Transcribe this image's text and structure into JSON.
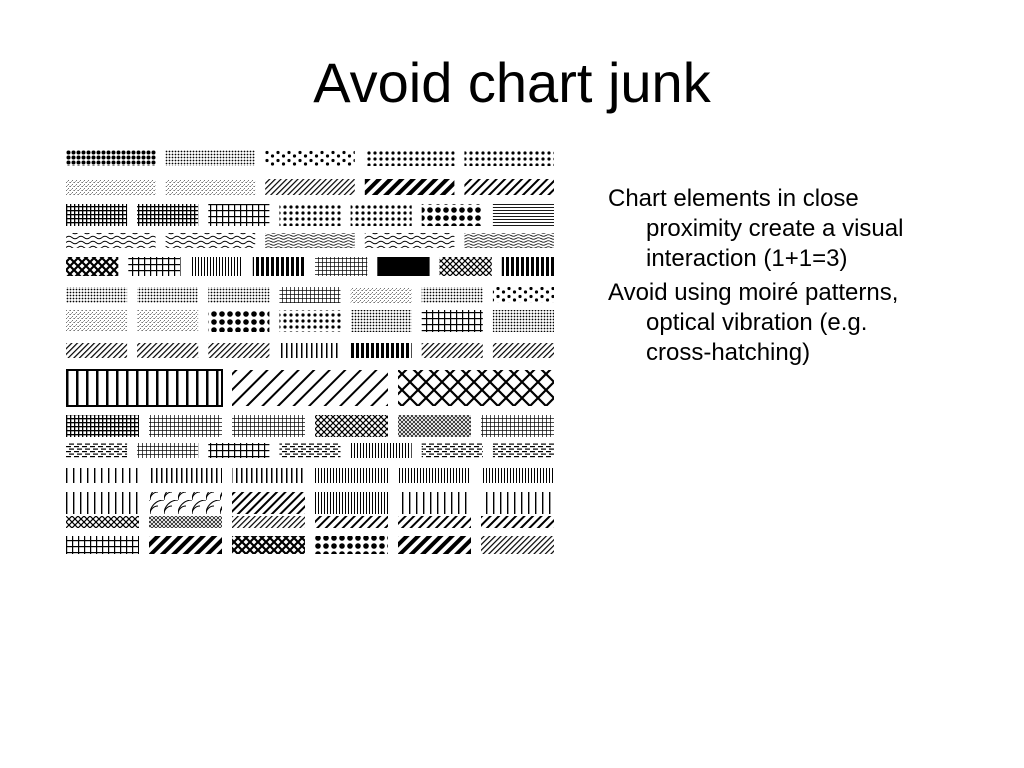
{
  "slide": {
    "title": "Avoid chart junk",
    "bullets": [
      "Chart elements in close proximity create a visual interaction (1+1=3)",
      "Avoid using moiré patterns, optical vibration (e.g. cross-hatching)"
    ]
  },
  "figure": {
    "name": "moire-pattern-swatches",
    "ink_color": "#000000",
    "row_pattern_sets": [
      [
        "dots-dense",
        "dots-fine",
        "dots-sparse",
        "dots-medium",
        "dots-medium"
      ],
      [
        "grain-light",
        "grain-light",
        "diag-fine",
        "diag-bold",
        "diag-medium"
      ],
      [
        "grid-dense",
        "grid-dense",
        "grid-medium",
        "dots-medium",
        "dots-medium",
        "dots-bold",
        "lines-fine"
      ],
      [
        "wave",
        "wave",
        "wave-fine",
        "wave",
        "wave-fine"
      ],
      [
        "cross-bold",
        "grid-medium",
        "vlines-fine",
        "vlines-bold",
        "grid-fine",
        "solid",
        "cross-medium",
        "vlines-bold"
      ],
      [
        "dots-fine",
        "dots-fine",
        "dots-fine",
        "grid-fine",
        "grain-light",
        "dots-fine",
        "dots-sparse"
      ],
      [
        "grain-light",
        "grain-light",
        "dots-bold",
        "dots-medium",
        "dots-fine",
        "grid-medium",
        "dots-fine"
      ],
      [
        "diag-fine",
        "diag-fine",
        "diag-fine",
        "vlines-medium",
        "vlines-bold",
        "diag-fine",
        "diag-fine"
      ],
      [
        "fence",
        "diag-wide",
        "cross-wide"
      ],
      [
        "grid-dense",
        "grid-fine",
        "grid-fine",
        "cross-medium",
        "cross-fine",
        "grid-fine"
      ],
      [
        "dashes",
        "grid-fine",
        "grid-medium",
        "dashes",
        "vlines-fine",
        "dashes",
        "dashes"
      ],
      [
        "vlines-sparse",
        "vlines-medium",
        "vlines-medium",
        "vlines-fine",
        "vlines-fine",
        "vlines-fine"
      ],
      [
        "vlines-sparse",
        "arcs",
        "diag-medium",
        "vlines-fine",
        "vlines-sparse",
        "vlines-sparse"
      ],
      [
        "cross-medium",
        "cross-fine",
        "diag-fine",
        "diag-medium",
        "diag-medium",
        "diag-medium"
      ],
      [
        "grid-medium",
        "diag-bold",
        "cross-bold",
        "dots-bold",
        "diag-bold",
        "diag-fine"
      ]
    ]
  }
}
